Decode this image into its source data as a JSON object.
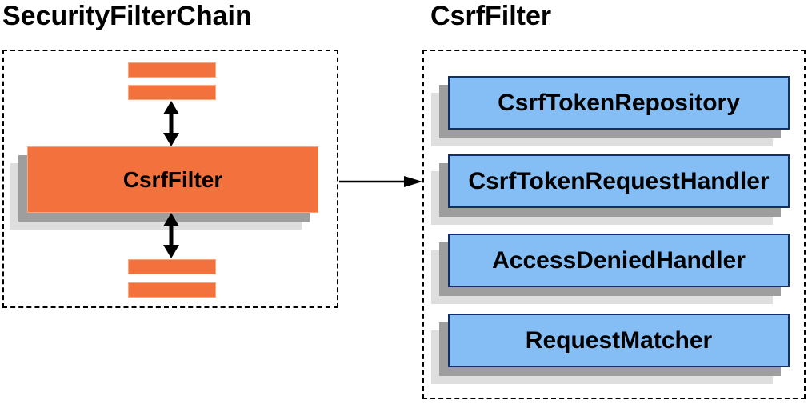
{
  "diagram": {
    "left_panel": {
      "title": "SecurityFilterChain",
      "filter_box_label": "CsrfFilter"
    },
    "right_panel": {
      "title": "CsrfFilter",
      "components": [
        {
          "label": "CsrfTokenRepository"
        },
        {
          "label": "CsrfTokenRequestHandler"
        },
        {
          "label": "AccessDeniedHandler"
        },
        {
          "label": "RequestMatcher"
        }
      ]
    },
    "colors": {
      "accent_orange": "#F2713C",
      "orange_border": "#F9A87D",
      "component_blue": "#85BEF5",
      "component_border": "#132F66",
      "shadow_dark": "#9E9E9E",
      "shadow_light": "#DEDEDE",
      "line_black": "#000000"
    }
  }
}
